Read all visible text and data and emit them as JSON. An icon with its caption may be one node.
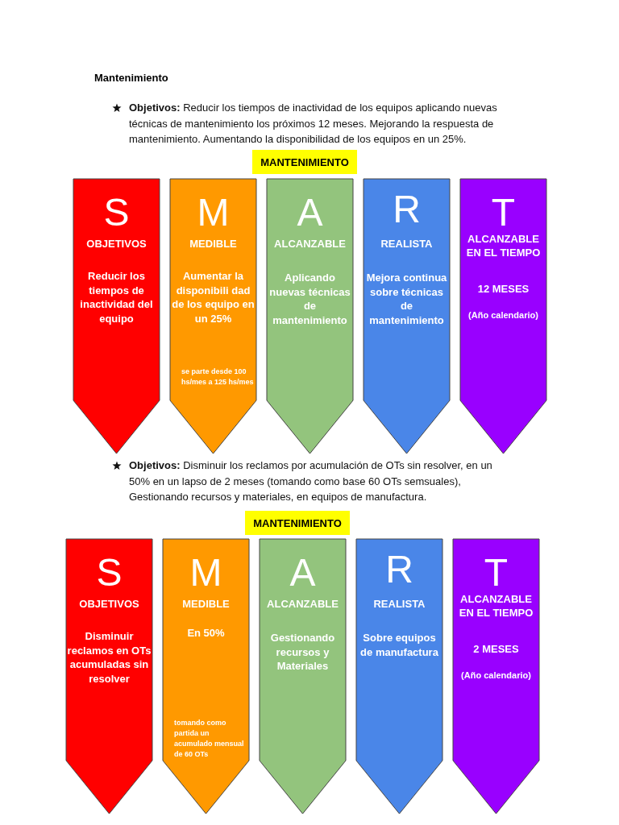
{
  "diagram": {
    "title": "Mantenimiento",
    "nodes": [
      {
        "text": [
          "MANTENIMIENTO"
        ]
      },
      {
        "text": [
          "S",
          "OBJETIVOS",
          "Reducir los tiempos de inactividad del equipo"
        ]
      },
      {
        "text": [
          "M",
          "MEDIBLE",
          "Aumentar la disponibili dad de los equipo en un 25%",
          "se parte desde 100 hs/mes a 125 hs/mes"
        ]
      },
      {
        "text": [
          "A",
          "ALCANZABLE",
          "Aplicando nuevas técnicas de mantenimiento"
        ]
      },
      {
        "text": [
          "R",
          "REALISTA",
          "Mejora continua sobre técnicas de mantenimiento"
        ]
      },
      {
        "text": [
          "T",
          "ALCANZABLE EN EL TIEMPO",
          "12 MESES",
          "(Año calendario)"
        ]
      },
      {
        "text": [
          "MANTENIMIENTO"
        ]
      },
      {
        "text": [
          "S",
          "OBJETIVOS",
          "Disminuir reclamos en OTs acumuladas sin resolver"
        ]
      },
      {
        "text": [
          "M",
          "MEDIBLE",
          "En 50%",
          "tomando como partida un acumulado mensual de 60 OTs"
        ]
      },
      {
        "text": [
          "A",
          "ALCANZABLE",
          "Gestionando recursos y Materiales"
        ]
      },
      {
        "text": [
          "R",
          "REALISTA",
          "Sobre equipos de manufactura"
        ]
      },
      {
        "text": [
          "T",
          "ALCANZABLE EN EL TIEMPO",
          "2 MESES",
          "(Año calendario)"
        ]
      }
    ],
    "edges": [],
    "labels": [
      "**Objetivos:** Reducir los tiempos de inactividad de los equipos aplicando nuevas técnicas de mantenimiento los próximos 12 meses. Mejorando la respuesta de mantenimiento. Aumentando la disponibilidad de los equipos en un 25%.",
      "**Objetivos:** Disminuir los reclamos por acumulación de OTs sin resolver, en un 50% en un lapso de 2 meses (tomando como base 60 OTs semsuales), Gestionando recursos y materiales, en equipos de manufactura."
    ]
  }
}
